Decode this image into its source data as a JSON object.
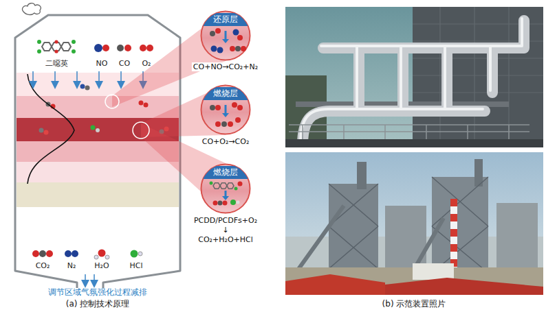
{
  "diagram": {
    "nodes": [
      {
        "text": [
          "还原层"
        ]
      },
      {
        "text": [
          "燃烧层"
        ]
      },
      {
        "text": [
          "燃烧层"
        ]
      }
    ],
    "labels": [
      "二噁英",
      "NO",
      "CO",
      "O₂",
      "CO₂",
      "N₂",
      "H₂O",
      "HCl",
      "调节区域气氛强化过程减排",
      "CO+NO→CO₂+N₂",
      "CO+O₂→CO₂",
      "PCDD/PCDFs+O₂",
      "↓",
      "CO₂+H₂O+HCl",
      "(a) 控制技术原理",
      "(b) 示范装置照片"
    ]
  }
}
